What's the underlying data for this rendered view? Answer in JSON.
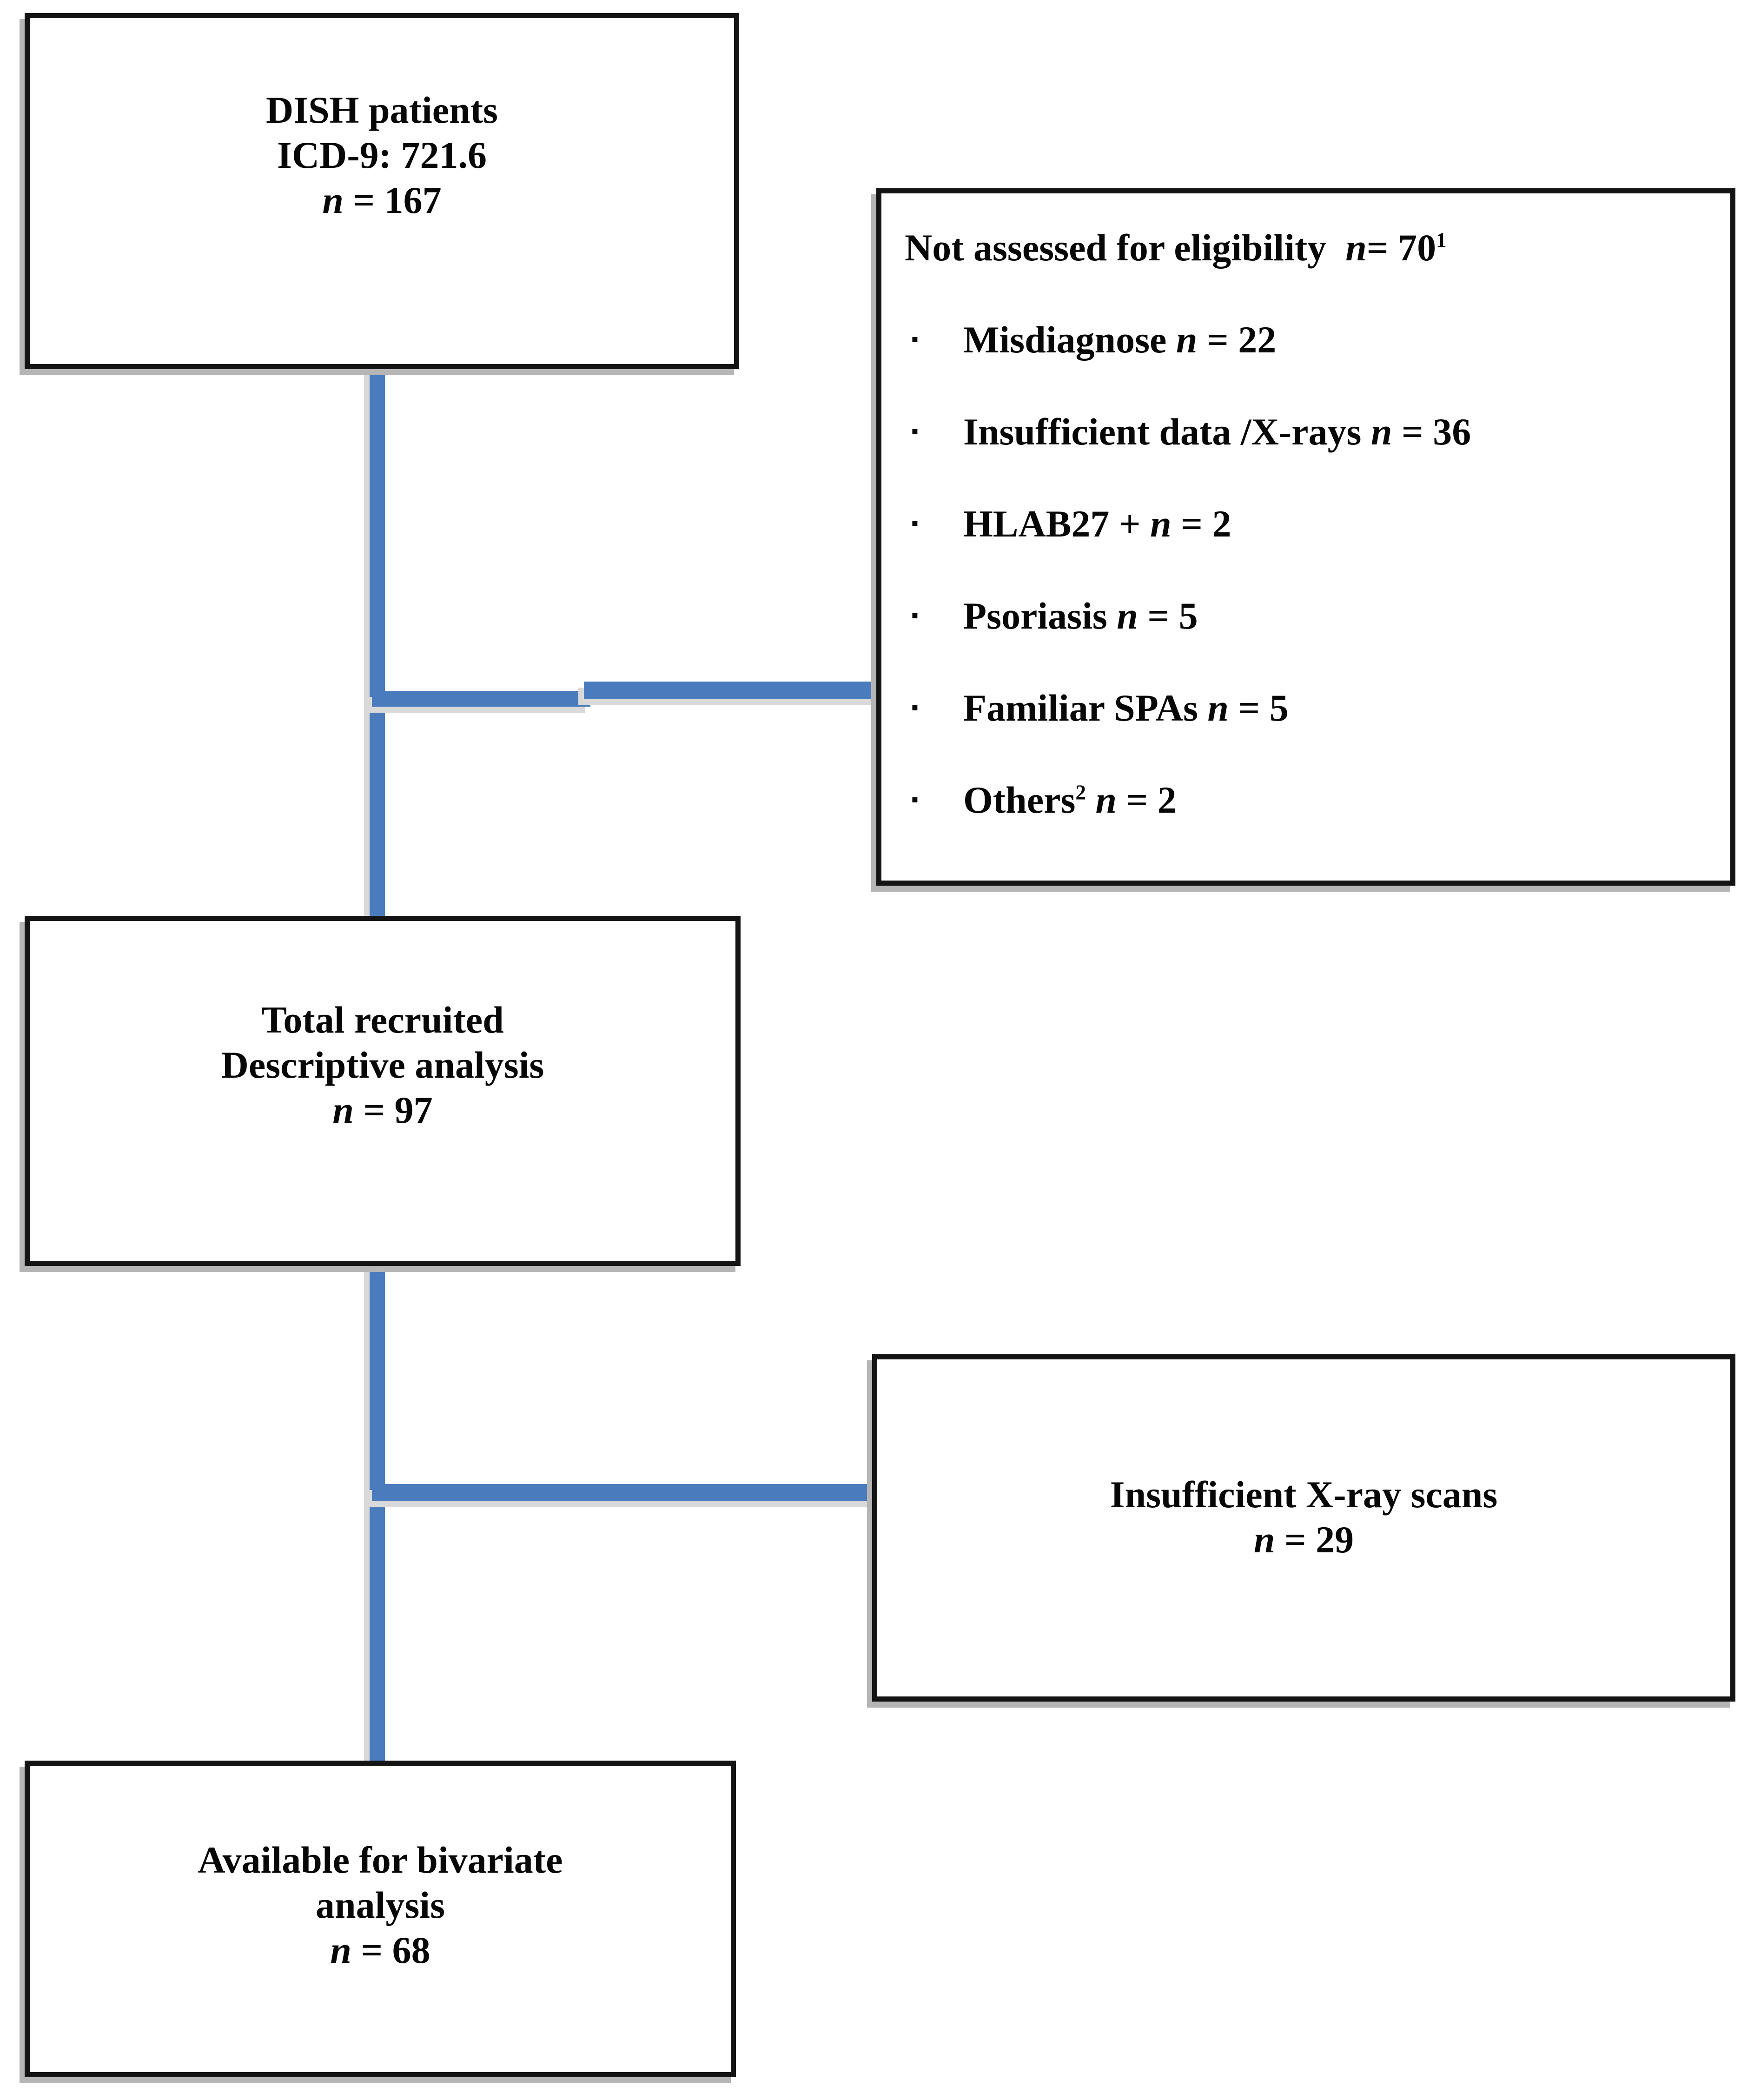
{
  "diagram": {
    "type": "patient-recruitment-flowchart",
    "colors": {
      "connector_blue": "#4a7cbd",
      "box_border": "#141414",
      "box_shadow_gray": "#b5b5b5",
      "text": "#070707"
    }
  },
  "symbols": {
    "n": "n",
    "eq": "=",
    "bullet": "▪"
  },
  "boxes": {
    "dish": {
      "line1": "DISH patients",
      "line2": "ICD-9: 721.6",
      "count": "167"
    },
    "eligibility": {
      "title": "Not assessed for eligibility",
      "count": "70",
      "sup": "1",
      "items": [
        {
          "label": "Misdiagnose",
          "count": "22"
        },
        {
          "label": "Insufficient data /X-rays",
          "count": "36"
        },
        {
          "label": "HLAB27 +",
          "count": "2"
        },
        {
          "label": "Psoriasis",
          "count": "5"
        },
        {
          "label": "Familiar SPAs",
          "count": "5"
        },
        {
          "label": "Others",
          "sup": "2",
          "count": "2"
        }
      ]
    },
    "recruited": {
      "line1": "Total recruited",
      "line2": "Descriptive analysis",
      "count": "97"
    },
    "xray": {
      "line1": "Insufficient X-ray scans",
      "count": "29"
    },
    "bivariate": {
      "line1": "Available for bivariate",
      "line2": "analysis",
      "count": "68"
    }
  }
}
